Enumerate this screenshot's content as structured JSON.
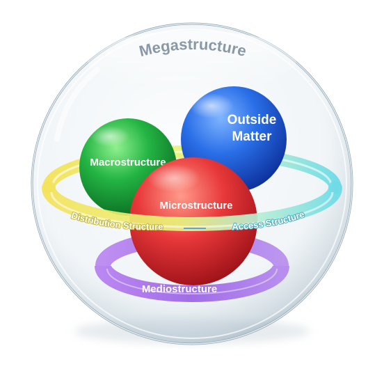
{
  "diagram": {
    "outer_label": "Megastructure",
    "spheres": {
      "outside": {
        "line1": "Outside",
        "line2": "Matter",
        "color": "#1f5fe0"
      },
      "macro": {
        "label": "Macrostructure",
        "color": "#1faa3a"
      },
      "micro": {
        "label": "Microstructure",
        "color": "#e03030"
      }
    },
    "rings": {
      "outer_left_label": "Distribution Structure",
      "outer_right_label": "Access Structure",
      "lower_label": "Mediostructure",
      "yellow": "#f2e25a",
      "cyan": "#7fe0e8",
      "purple": "#a46ae8"
    }
  }
}
